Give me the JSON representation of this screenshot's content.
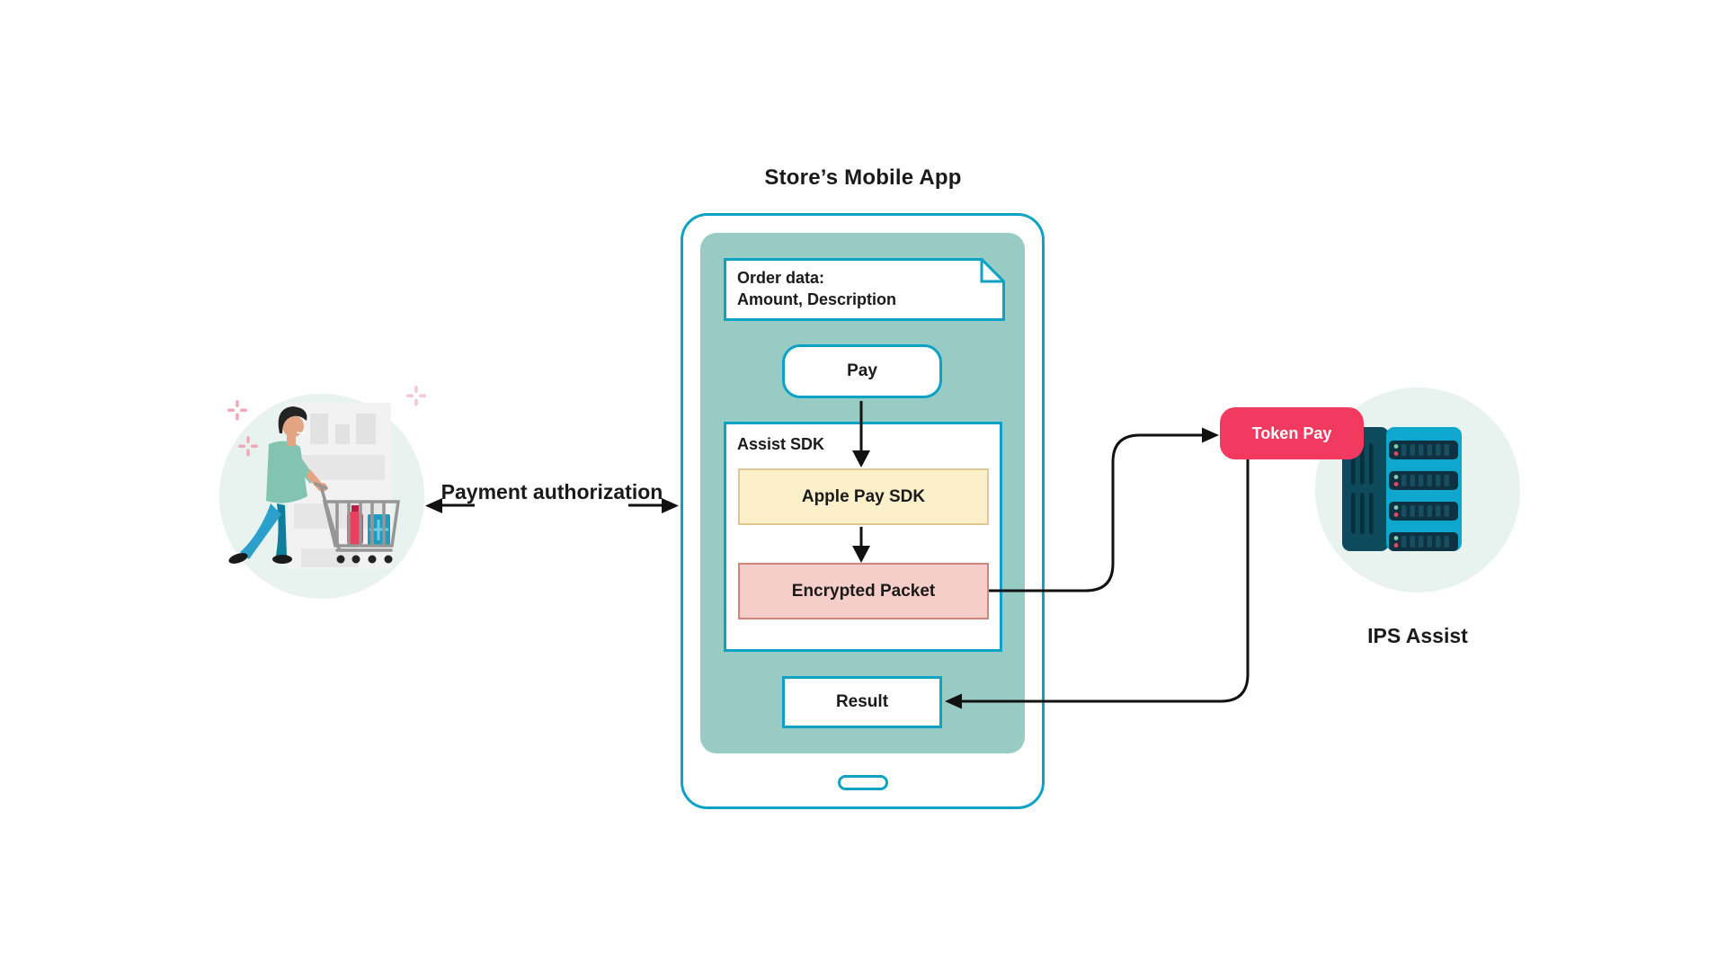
{
  "colors": {
    "teal_border": "#0CA2C5",
    "screen_fill": "#97CBC4",
    "yellow_fill": "#FCF0CB",
    "yellow_border": "#DFC892",
    "pink_fill": "#F6CEC9",
    "pink_border": "#D2847D",
    "accent_red": "#F2395F",
    "illustration_bg": "#E8F2EE",
    "server_dark": "#0D4A5C",
    "server_cyan": "#10A7CF",
    "text_dark": "#1A1A1A",
    "arrow_black": "#111111"
  },
  "diagram": {
    "store_app_title": "Store’s Mobile App",
    "payment_authorization_label": "Payment authorization",
    "order_box": {
      "line1": "Order data:",
      "line2": "Amount, Description"
    },
    "pay_button_label": "Pay",
    "assist_sdk_label": "Assist SDK",
    "apple_pay_sdk_label": "Apple Pay SDK",
    "encrypted_packet_label": "Encrypted Packet",
    "result_label": "Result",
    "token_pay_label": "Token Pay",
    "ips_assist_label": "IPS Assist"
  },
  "icons": {
    "shopper_illustration": "person-pushing-shopping-cart",
    "server_illustration": "server-rack",
    "document_fold": "folded-corner-document",
    "home_indicator": "phone-home-pill",
    "sparkles": "pink-plus-sparkles"
  }
}
